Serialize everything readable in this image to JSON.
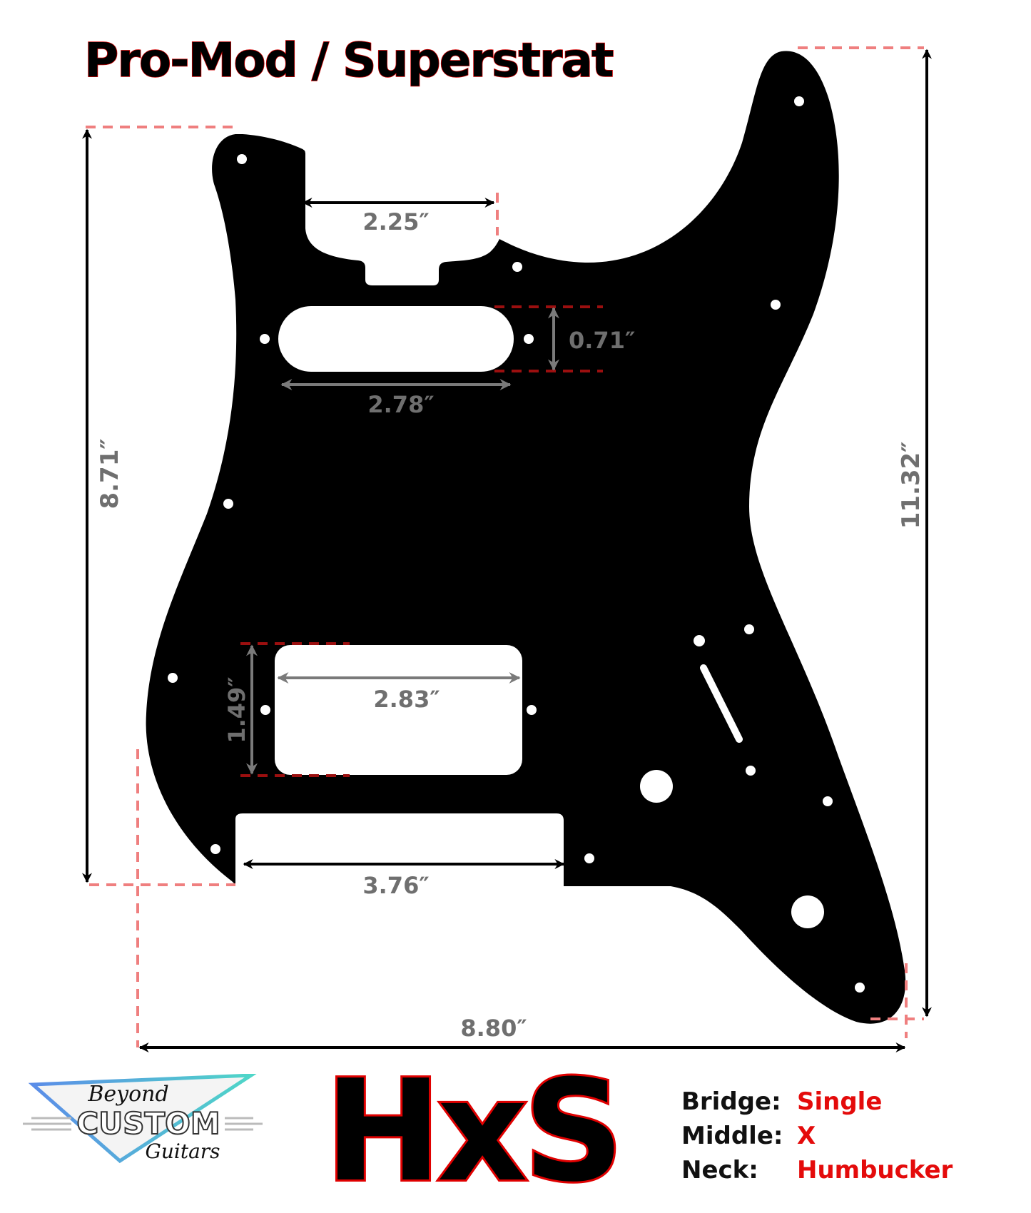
{
  "title": "Pro-Mod / Superstrat",
  "configuration_code": "HxS",
  "configuration": [
    {
      "position": "Bridge:",
      "pickup": "Single"
    },
    {
      "position": "Middle:",
      "pickup": "X"
    },
    {
      "position": "Neck:",
      "pickup": "Humbucker"
    }
  ],
  "dimensions": {
    "neck_pocket_width": "2.25″",
    "single_coil_length": "2.78″",
    "single_coil_width": "0.71″",
    "humbucker_length": "2.83″",
    "humbucker_width": "1.49″",
    "bridge_cutout_width": "3.76″",
    "overall_width": "8.80″",
    "overall_height": "11.32″",
    "bass_side_height": "8.71″"
  },
  "logo": {
    "line1": "Beyond",
    "line2": "CUSTOM",
    "line3": "Guitars"
  },
  "colors": {
    "pickguard": "#000000",
    "dimension_text": "#6f6f6f",
    "guide_dash": "#ef7f7f",
    "guide_dash_dark": "#9b0f0f",
    "accent_red": "#e40b0b",
    "logo_blue": "#5b8de8",
    "logo_teal": "#4fd6c8",
    "logo_purple": "#7a6de0"
  }
}
